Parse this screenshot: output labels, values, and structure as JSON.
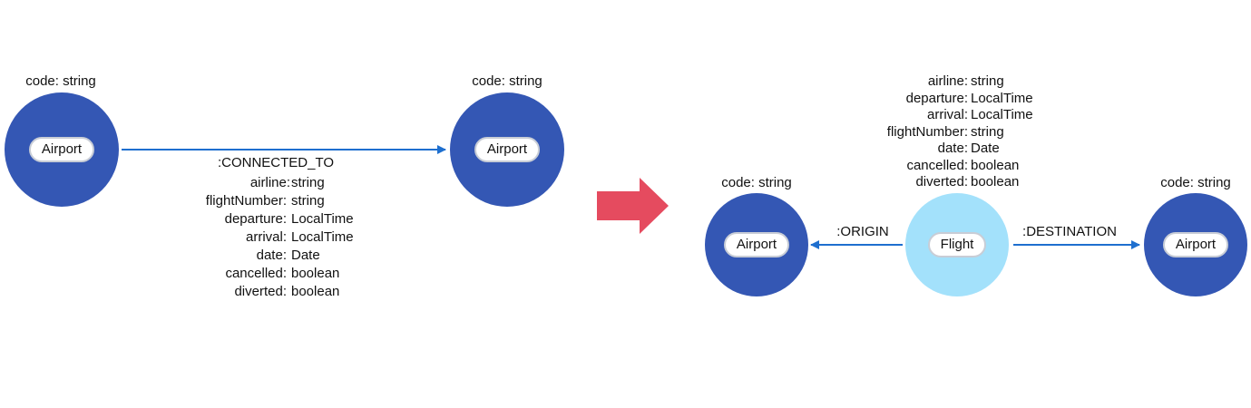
{
  "colors": {
    "airport_node": "#3457b4",
    "flight_node": "#a3e1fb",
    "edge": "#1e6fcf",
    "transform_arrow": "#e54b5f"
  },
  "before": {
    "airport_left": {
      "label": "Airport",
      "property": "code: string"
    },
    "airport_right": {
      "label": "Airport",
      "property": "code: string"
    },
    "relationship": {
      "type": ":CONNECTED_TO",
      "properties": [
        {
          "key": "airline:",
          "type": "string"
        },
        {
          "key": "flightNumber:",
          "type": "string"
        },
        {
          "key": "departure:",
          "type": "LocalTime"
        },
        {
          "key": "arrival:",
          "type": "LocalTime"
        },
        {
          "key": "date:",
          "type": "Date"
        },
        {
          "key": "cancelled:",
          "type": "boolean"
        },
        {
          "key": "diverted:",
          "type": "boolean"
        }
      ]
    }
  },
  "after": {
    "origin_airport": {
      "label": "Airport",
      "property": "code: string"
    },
    "destination_airport": {
      "label": "Airport",
      "property": "code: string"
    },
    "flight": {
      "label": "Flight",
      "properties": [
        {
          "key": "airline:",
          "type": "string"
        },
        {
          "key": "departure:",
          "type": "LocalTime"
        },
        {
          "key": "arrival:",
          "type": "LocalTime"
        },
        {
          "key": "flightNumber:",
          "type": "string"
        },
        {
          "key": "date:",
          "type": "Date"
        },
        {
          "key": "cancelled:",
          "type": "boolean"
        },
        {
          "key": "diverted:",
          "type": "boolean"
        }
      ]
    },
    "origin_relationship": ":ORIGIN",
    "destination_relationship": ":DESTINATION"
  }
}
